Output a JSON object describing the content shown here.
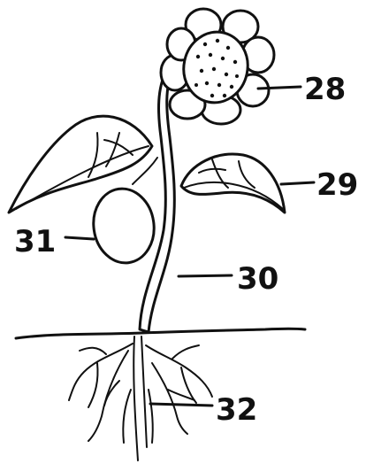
{
  "labels": {
    "flower": "28",
    "leaf": "29",
    "stem": "30",
    "seed": "31",
    "roots": "32"
  }
}
